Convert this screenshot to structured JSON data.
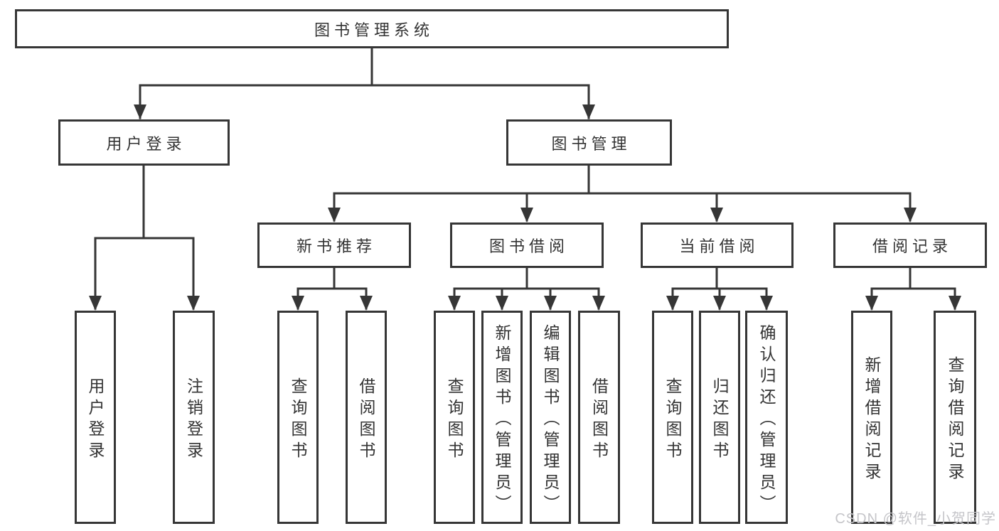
{
  "title": "图书管理系统",
  "watermark": "CSDN @软件_小贺同学",
  "colors": {
    "line": "#363636",
    "text": "#333333",
    "watermark": "#c5c5c9",
    "background": "#ffffff"
  },
  "nodes": {
    "root": "图书管理系统",
    "userLogin": "用户登录",
    "bookMgmt": "图书管理",
    "newBookRec": "新书推荐",
    "bookBorrow": "图书借阅",
    "currentBorrow": "当前借阅",
    "borrowRecords": "借阅记录",
    "leafUserLogin": "用户登录",
    "leafLogout": "注销登录",
    "nbQueryBooks": "查询图书",
    "nbBorrowBooks": "借阅图书",
    "bbQueryBooks": "查询图书",
    "bbAddBooks": "新增图书（管理员）",
    "bbEditBooks": "编辑图书（管理员）",
    "bbBorrowBooks": "借阅图书",
    "cbQueryBooks": "查询图书",
    "cbReturnBooks": "归还图书",
    "cbConfirmReturn": "确认归还（管理员）",
    "brAddRecord": "新增借阅记录",
    "brQueryRecord": "查询借阅记录"
  },
  "tree": {
    "图书管理系统": {
      "用户登录": [
        "用户登录",
        "注销登录"
      ],
      "图书管理": {
        "新书推荐": [
          "查询图书",
          "借阅图书"
        ],
        "图书借阅": [
          "查询图书",
          "新增图书（管理员）",
          "编辑图书（管理员）",
          "借阅图书"
        ],
        "当前借阅": [
          "查询图书",
          "归还图书",
          "确认归还（管理员）"
        ],
        "借阅记录": [
          "新增借阅记录",
          "查询借阅记录"
        ]
      }
    }
  }
}
